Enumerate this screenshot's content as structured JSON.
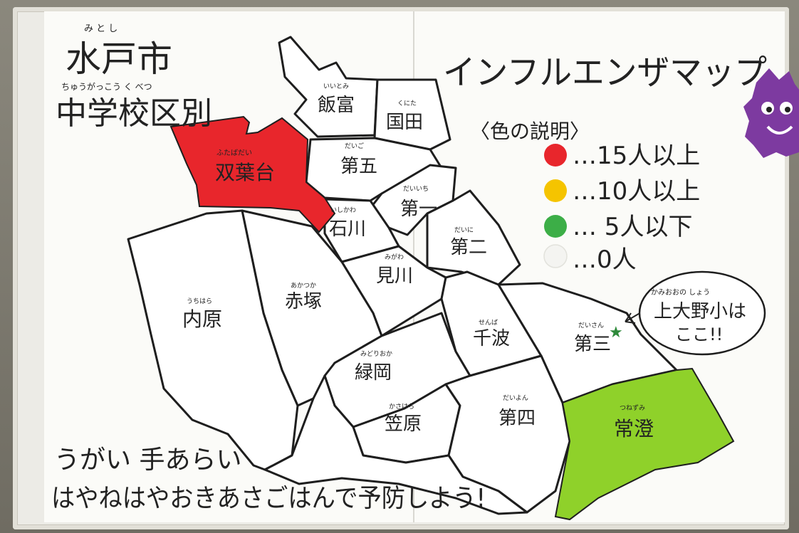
{
  "map": {
    "city_title": "水戸市",
    "city_title_ruby": "み と し",
    "subtitle": "中学校区別",
    "subtitle_ruby": "ちゅうがっこう く べつ",
    "title": "インフルエンザマップ"
  },
  "legend": {
    "heading": "〈色の説明〉",
    "items": [
      {
        "label": "…15人以上",
        "color": "#e8262c"
      },
      {
        "label": "…10人以上",
        "color": "#f5c400"
      },
      {
        "label": "… 5人以下",
        "color": "#3cae47"
      },
      {
        "label": "…0人",
        "color": "#f4f4f1"
      }
    ]
  },
  "districts": [
    {
      "name": "飯富",
      "ruby": "いいとみ",
      "status": "zero"
    },
    {
      "name": "国田",
      "ruby": "くにた",
      "status": "zero"
    },
    {
      "name": "双葉台",
      "ruby": "ふたばだい",
      "status": "15plus"
    },
    {
      "name": "第五",
      "ruby": "だいご",
      "status": "zero"
    },
    {
      "name": "第一",
      "ruby": "だいいち",
      "status": "zero"
    },
    {
      "name": "石川",
      "ruby": "いしかわ",
      "status": "zero"
    },
    {
      "name": "第二",
      "ruby": "だいに",
      "status": "zero"
    },
    {
      "name": "見川",
      "ruby": "みがわ",
      "status": "zero"
    },
    {
      "name": "赤塚",
      "ruby": "あかつか",
      "status": "zero"
    },
    {
      "name": "内原",
      "ruby": "うちはら",
      "status": "zero"
    },
    {
      "name": "千波",
      "ruby": "せんば",
      "status": "zero"
    },
    {
      "name": "第三",
      "ruby": "だいさん",
      "status": "zero"
    },
    {
      "name": "緑岡",
      "ruby": "みどりおか",
      "status": "zero"
    },
    {
      "name": "笠原",
      "ruby": "かさはら",
      "status": "zero"
    },
    {
      "name": "第四",
      "ruby": "だいよん",
      "status": "zero"
    },
    {
      "name": "常澄",
      "ruby": "つねずみ",
      "status": "5minus"
    }
  ],
  "callout": {
    "ruby": "かみおおの しょう",
    "line1": "上大野小は",
    "line2": "ここ!!"
  },
  "slogan": {
    "line1": "うがい 手あらい",
    "line2": "はやねはやおきあさごはんで予防しよう!"
  },
  "colors": {
    "red": "#e8262c",
    "green": "#8fd12a",
    "outline": "#1e1e1e",
    "star": "#2e8a3a"
  }
}
